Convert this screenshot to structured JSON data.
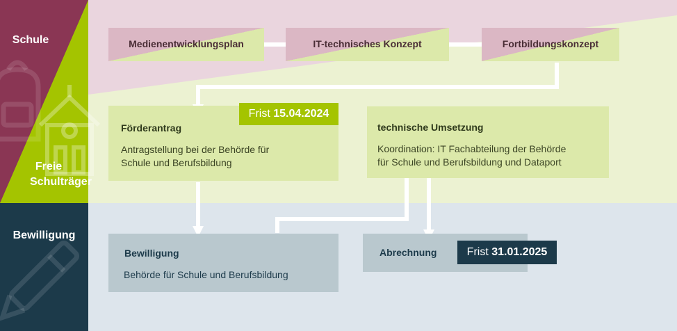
{
  "lanes": {
    "schule": "Schule",
    "schultraeger_1": "Freie",
    "schultraeger_2": "Schulträger",
    "bewilligung": "Bewilligung"
  },
  "top_boxes": {
    "medien": "Medienentwicklungsplan",
    "it": "IT-technisches Konzept",
    "fortbildung": "Fortbildungskonzept"
  },
  "foerderantrag": {
    "title": "Förderantrag",
    "line1": "Antragstellung bei der Behörde für",
    "line2": "Schule und Berufsbildung",
    "deadline_label": "Frist",
    "deadline_date": "15.04.2024"
  },
  "umsetzung": {
    "title": "technische Umsetzung",
    "line1": "Koordination: IT Fachabteilung der Behörde",
    "line2": "für Schule und Berufsbildung und Dataport"
  },
  "bewilligung_box": {
    "title": "Bewilligung",
    "text": "Behörde für Schule und Berufsbildung"
  },
  "abrechnung": {
    "title": "Abrechnung",
    "deadline_label": "Frist",
    "deadline_date": "31.01.2025"
  },
  "colors": {
    "maroon": "#8a3654",
    "lime": "#a4c400",
    "navy": "#1c3a4a",
    "pink_bg": "#ead5de",
    "green_bg": "#ecf2d2",
    "blue_bg": "#dde5ec",
    "pink_box": "#dbb7c4",
    "green_box": "#dce9aa",
    "grey_box": "#b9c8ce"
  }
}
